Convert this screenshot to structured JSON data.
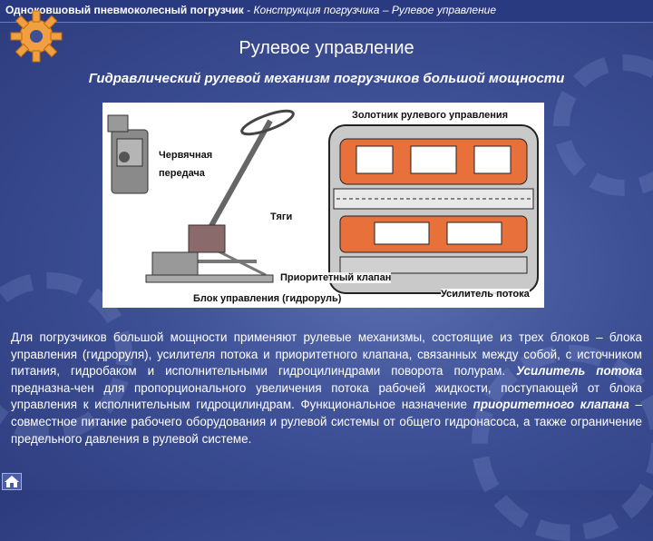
{
  "header": {
    "title_bold": "Одноковшовый пневмоколесный погрузчик",
    "separator": "-",
    "title_italic": "Конструкция погрузчика – Рулевое управление"
  },
  "slide": {
    "title": "Рулевое управление",
    "subtitle": "Гидравлический рулевой механизм погрузчиков большой мощности"
  },
  "figure": {
    "labels": {
      "spool": "Золотник рулевого управления",
      "worm": "Червячная",
      "worm2": "передача",
      "rods": "Тяги",
      "priority": "Приоритетный клапан",
      "control_block": "Блок управления (гидроруль)",
      "amplifier": "Усилитель потока"
    }
  },
  "body": {
    "p1": "Для погрузчиков большой мощности применяют рулевые механизмы, состоящие из трех блоков – блока управления (гидроруля), усилителя потока и приоритетного клапана, связанных между собой, с источником питания, гидробаком и исполнительными гидроцилиндрами поворота полурам.",
    "hl1": "Усилитель потока",
    "p2": "предназна-чен для пропорционального увеличения потока рабочей жидкости, поступающей от блока управления к исполнительным гидроцилиндрам. Функциональное назначение",
    "hl2": "приоритетного клапана",
    "p3": "– совместное питание рабочего оборудования и рулевой системы от общего гидронасоса, а также ограничение предельного давления в рулевой системе."
  },
  "colors": {
    "background": "#3d4f95",
    "header": "#2a3a80",
    "valve_orange": "#e8703a"
  },
  "icons": {
    "logo": "gear-icon",
    "home": "home-icon"
  }
}
